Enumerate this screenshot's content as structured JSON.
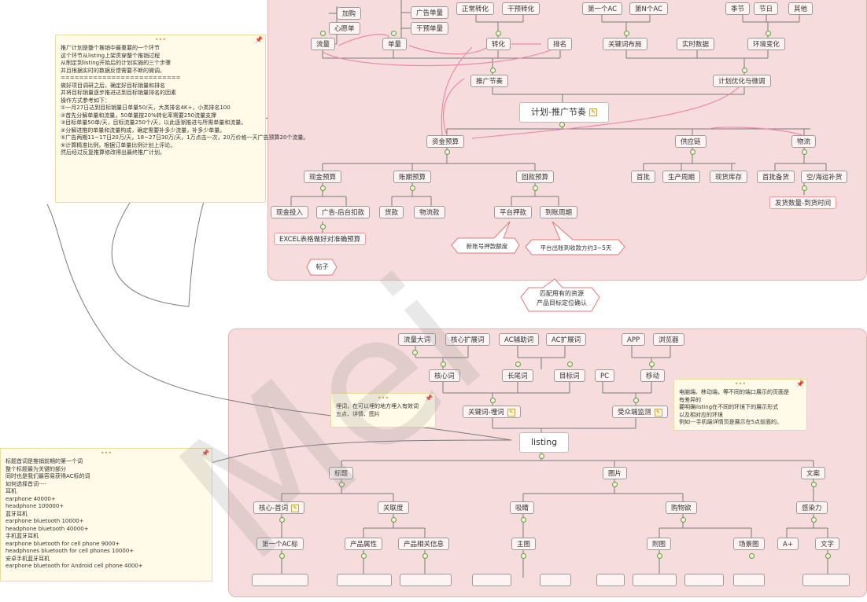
{
  "center_topics": {
    "plan": "计划-推广节奏",
    "listing": "listing"
  },
  "top_region": {
    "flow_group": {
      "jiagou": "加购",
      "xinyuan": "心愿单",
      "liuliang": "流量",
      "guanggao": "广告单量",
      "ganyu": "干预单量",
      "danliang": "单量"
    },
    "conversion_group": {
      "zhengchang": "正常转化",
      "ganyu": "干预转化",
      "zhuanhua": "转化",
      "paiming": "排名"
    },
    "keyword_group": {
      "first_ac": "第一个AC",
      "nth_ac": "第N个AC",
      "layout": "关键词布局"
    },
    "season_group": {
      "jijie": "季节",
      "jieri": "节日",
      "qita": "其他",
      "realtime": "实时数据",
      "env": "环境变化"
    },
    "rhythm": {
      "tuiguang": "推广节奏",
      "youhua": "计划优化与微调"
    },
    "budget": {
      "zijin": "资金预算",
      "xianjin": "现金预算",
      "zhangqi": "账期预算",
      "huikuan": "回款预算",
      "toufang": "现金投入",
      "guanggao_houtai": "广告-后台扣款",
      "huokuan": "货款",
      "wuliu": "物流款",
      "pingtai": "平台押款",
      "daozhang": "到账周期",
      "excel": "EXCEL表格做好对准确预算",
      "tiezi": "帖子"
    },
    "supply": {
      "gongying": "供应链",
      "shoupi": "首批",
      "shengchan": "生产周期",
      "xianhuo": "现货库存"
    },
    "logistics": {
      "wuliu": "物流",
      "shoupi_fahuo": "首批备货",
      "kongyun": "空/海运补货",
      "fahuo": "发货数量-到货时间"
    },
    "callouts": {
      "xinzhanghao": "新账号押款额度",
      "pingtai_jieshu": "平台出账到收款方约3~5天"
    }
  },
  "between_note": "匹配用有的资源\n产品目标定位确认",
  "bottom_region": {
    "kw_sources": {
      "liuliang": "流量大词",
      "hexin_kz": "核心扩展词",
      "ac_fz": "AC辅助词",
      "ac_kz": "AC扩展词",
      "app": "APP",
      "browser": "浏览器"
    },
    "kw_types": {
      "hexin": "核心词",
      "changwei": "长尾词",
      "mubiao": "目标词",
      "pc": "PC",
      "yidong": "移动"
    },
    "branches": {
      "maici": "关键词-埋词",
      "shouzhong": "受众端监测"
    },
    "level1": {
      "biaoti": "标题",
      "tupian": "图片",
      "wenan": "文案"
    },
    "level2": {
      "hexin_shouci": "核心-首词",
      "guanlian": "关联度",
      "xiyin": "吸睛",
      "goumai": "购物欲",
      "ganran": "感染力"
    },
    "level3": {
      "first_ac": "第一个AC标",
      "chanpin_shuxing": "产品属性",
      "chanpin_xiangguan": "产品相关信息",
      "zhutu": "主图",
      "futu": "附图",
      "changjing": "场景图",
      "a_plus": "A+",
      "wenzi": "文字"
    }
  },
  "memos": {
    "top_left": [
      "推广计划是整个推销中最重要的一个环节",
      "这个环节从listing上架贯穿整个推销过程",
      "从制定到listing开始后的计划实施的三个步骤",
      "并且根据实时的数据反馈需要不断的微调。",
      "==========================",
      "做好项目调研之后，确定好目标销量和排名",
      "并将目标销量逐步推进达到目标销量排名的因素",
      "操作方式参考如下：",
      "①一月27日达到目标销量日单量50/天，大类排名4K+，小类排名100",
      "②首先分解单量和流量，50单量按20%转化率需要250流量支撑",
      "③目标单量50单/天，目标流量250个/天，以此逐渐推进与所需单量和流量。",
      "④分解进推的单量和流量构成，确定需要补多少流量，补多少单量。",
      "⑤广告两期11~17日20万/天，18~27日30万/天，1万点击一次，20万价格一天广告预算20个流量。",
      "⑥计算精准比例，根据订单量比例计划上评论。",
      "然后经过反复推算修改得出最终推广计划。"
    ],
    "bottom_left": [
      "标题首词是推销前期的第一个词",
      "整个标题最为关键的部分",
      "同时也是我们最容易获得AC标的词",
      "如何选择首词----",
      "耳机",
      "earphone 40000+",
      "headphone 100000+",
      "蓝牙耳机",
      "earphone bluetooth 10000+",
      "headphone bluetooth 40000+",
      "手机蓝牙耳机",
      "earphone bluetooth for cell phone 9000+",
      "headphones bluetooth for cell phones 10000+",
      "安卓手机蓝牙耳机",
      "earphone bluetooth for Android cell phone 4000+"
    ],
    "mid_left": [
      "埋词，在可以埋的地方埋入有效词",
      "五点、详情、图片"
    ],
    "mid_right": [
      "电脑端、移动端，等不同的端口展示的页面是",
      "有差异的",
      "要明确listing在不同的环境下的展示形式",
      "以及相对应的环境",
      "例如---手机端详情页是展示在5点前面的。"
    ]
  },
  "watermark": "Mei"
}
